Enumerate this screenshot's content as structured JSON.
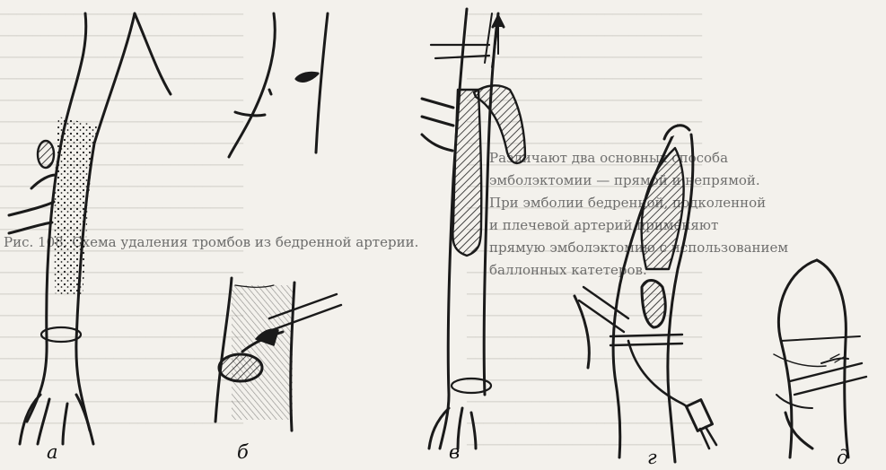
{
  "panels": {
    "a": "а",
    "b": "б",
    "v": "в",
    "g": "г",
    "d": "д"
  },
  "caption": "Рис. 108. Схема удаления тромбов из бедренной артерии.",
  "right_text": [
    "Различают два основных способа",
    "эмболэктомии — прямой и непрямой.",
    "При эмболии бедренной, подколенной",
    "и плечевой артерий применяют",
    "прямую эмболэктомию с использованием",
    "баллонных катетеров."
  ],
  "colors": {
    "ink": "#1a1a1a",
    "paper": "#f3f1ec"
  }
}
